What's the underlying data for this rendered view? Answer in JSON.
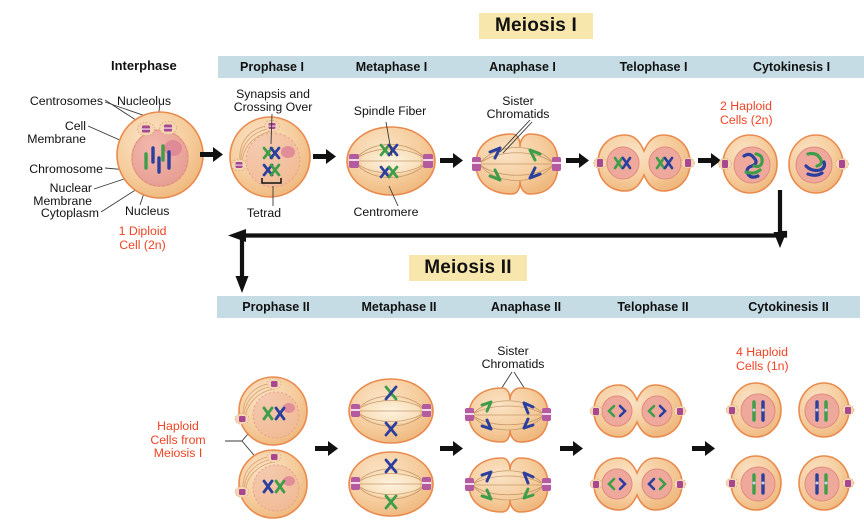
{
  "meta": {
    "diagram_title": "Meiosis",
    "background": "#ffffff",
    "accent_banner": "#f8e7ac",
    "accent_bar": "#c5dce5",
    "red_text": "#ef4423"
  },
  "meiosis_1": {
    "banner": "Meiosis I",
    "phases": [
      "Prophase I",
      "Metaphase I",
      "Anaphase I",
      "Telophase I",
      "Cytokinesis I"
    ],
    "interphase_header": "Interphase",
    "interphase_labels": {
      "centrosomes": "Centrosomes",
      "cell_membrane_1": "Cell",
      "cell_membrane_2": "Membrane",
      "chromosome": "Chromosome",
      "nuclear_1": "Nuclear",
      "nuclear_2": "Membrane",
      "cytoplasm": "Cytoplasm",
      "nucleolus": "Nucleolus",
      "nucleus": "Nucleus"
    },
    "interphase_caption_1": "1 Diploid",
    "interphase_caption_2": "Cell (2n)",
    "prophase_label_1": "Synapsis and",
    "prophase_label_2": "Crossing Over",
    "prophase_label_bottom": "Tetrad",
    "metaphase_label": "Spindle Fiber",
    "metaphase_label_bottom": "Centromere",
    "anaphase_label_1": "Sister",
    "anaphase_label_2": "Chromatids",
    "cytokinesis_caption_1": "2 Haploid",
    "cytokinesis_caption_2": "Cells (2n)"
  },
  "meiosis_2": {
    "banner": "Meiosis II",
    "phases": [
      "Prophase II",
      "Metaphase II",
      "Anaphase II",
      "Telophase II",
      "Cytokinesis II"
    ],
    "source_caption_1": "Haploid",
    "source_caption_2": "Cells from",
    "source_caption_3": "Meiosis I",
    "anaphase_label_1": "Sister",
    "anaphase_label_2": "Chromatids",
    "cytokinesis_caption_1": "4 Haploid",
    "cytokinesis_caption_2": "Cells (1n)"
  }
}
